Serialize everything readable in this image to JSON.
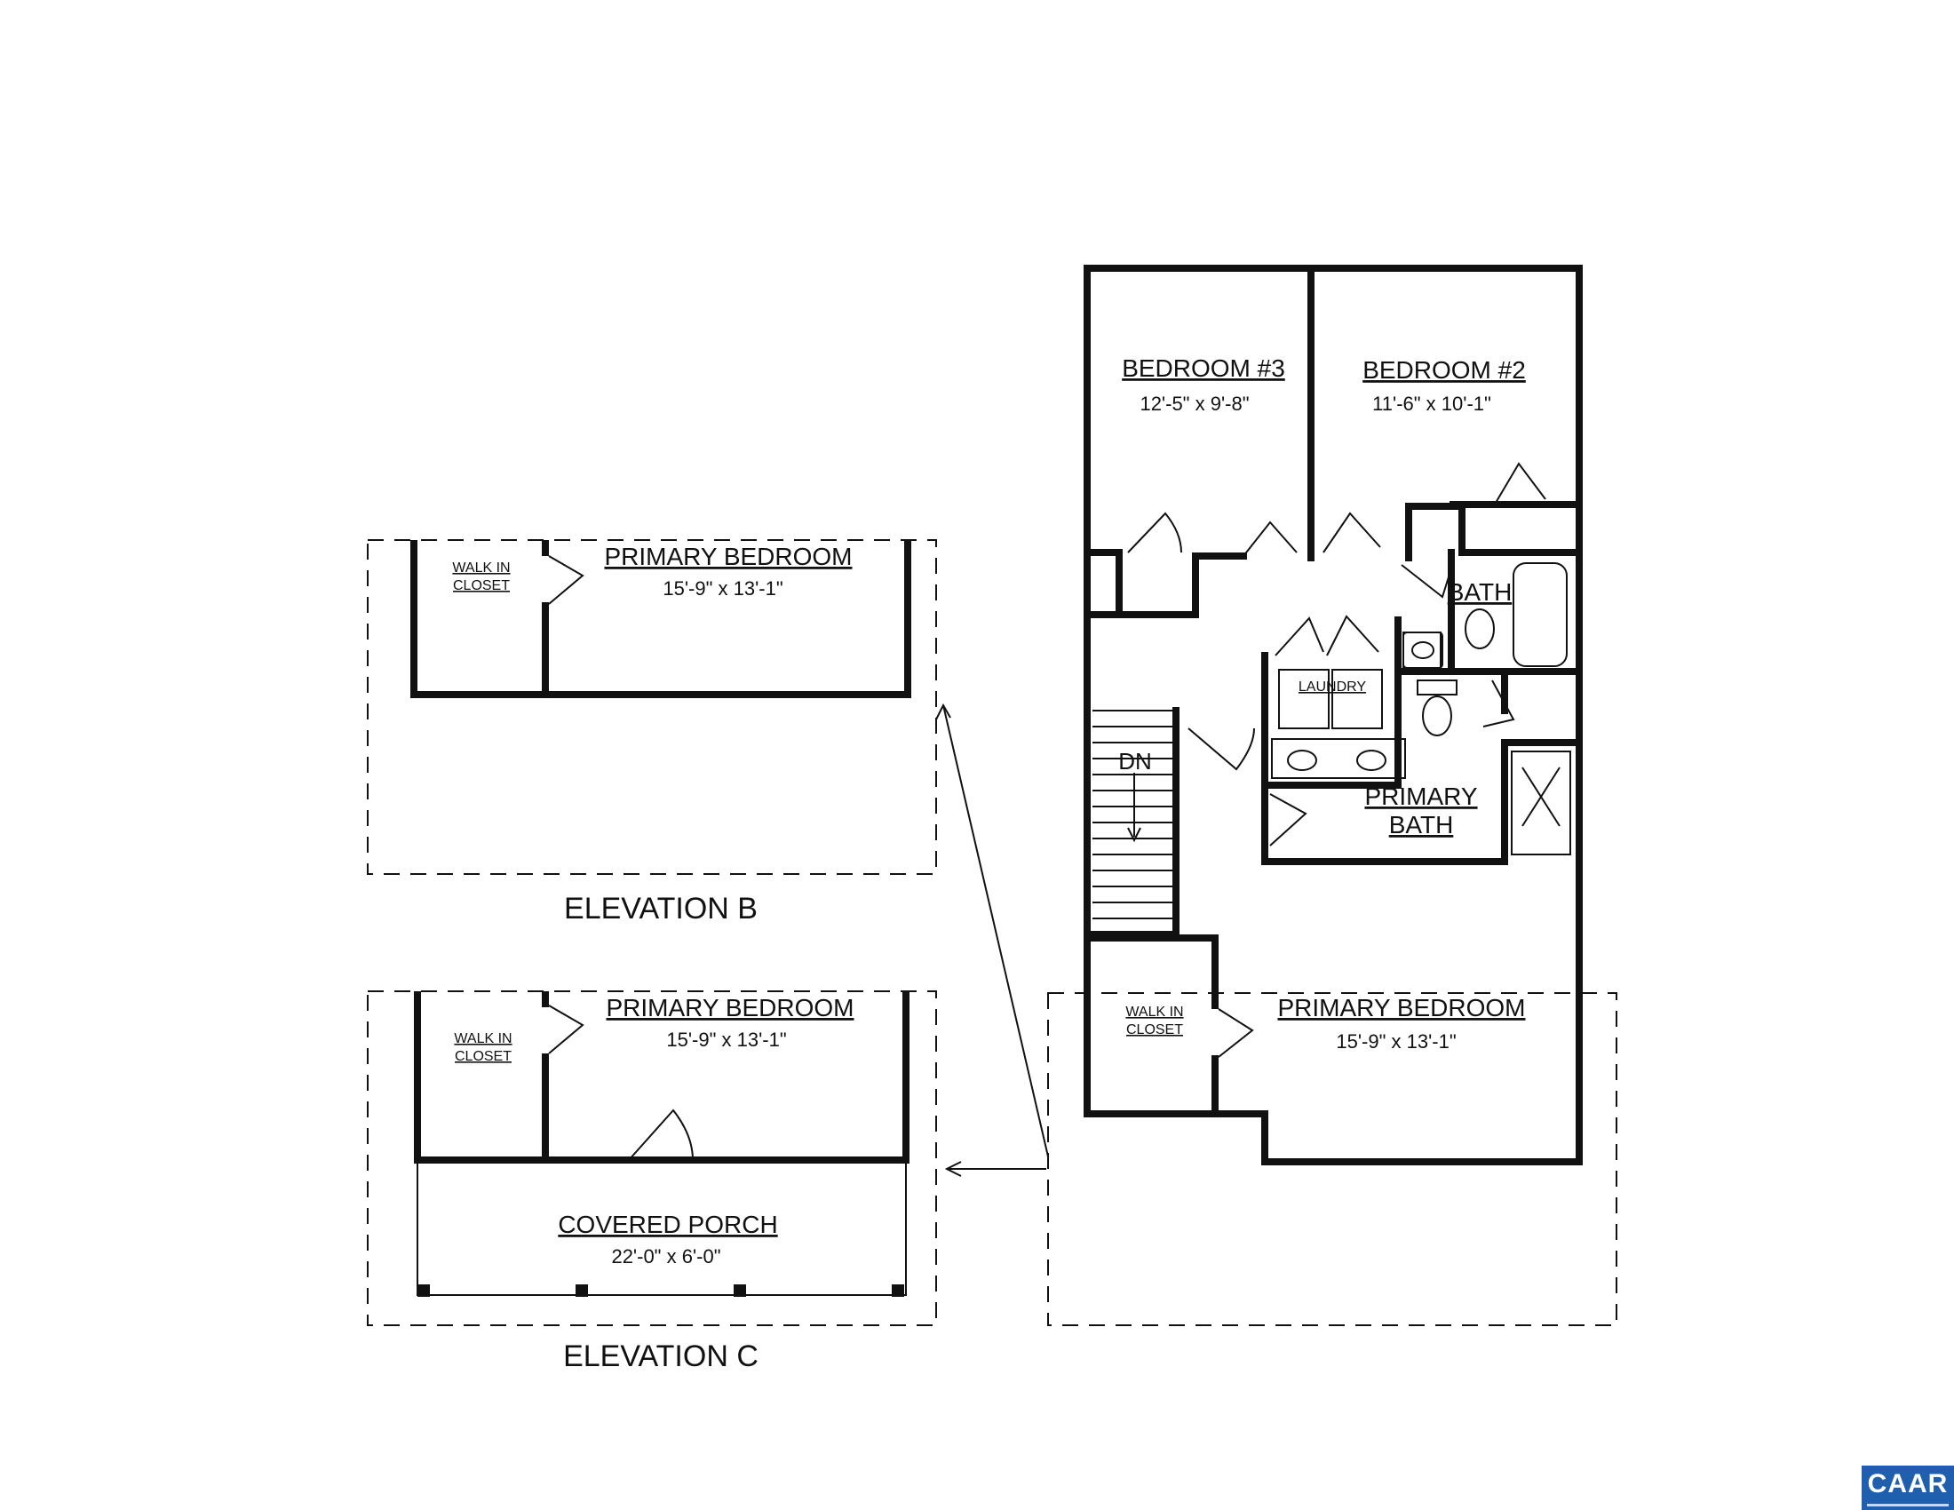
{
  "main_plan": {
    "bedroom3": {
      "name": "BEDROOM #3",
      "dims": "12'-5\" x 9'-8\""
    },
    "bedroom2": {
      "name": "BEDROOM #2",
      "dims": "11'-6\" x 10'-1\""
    },
    "bath": "BATH",
    "laundry": "LAUNDRY",
    "stairs": "DN",
    "primary_bath_line1": "PRIMARY",
    "primary_bath_line2": "BATH",
    "closet_line1": "WALK IN",
    "closet_line2": "CLOSET",
    "primary_bedroom": {
      "name": "PRIMARY BEDROOM",
      "dims": "15'-9\" x 13'-1\""
    }
  },
  "elevation_b": {
    "caption": "ELEVATION B",
    "closet_line1": "WALK IN",
    "closet_line2": "CLOSET",
    "primary_bedroom": {
      "name": "PRIMARY BEDROOM",
      "dims": "15'-9\" x 13'-1\""
    }
  },
  "elevation_c": {
    "caption": "ELEVATION C",
    "closet_line1": "WALK IN",
    "closet_line2": "CLOSET",
    "primary_bedroom": {
      "name": "PRIMARY BEDROOM",
      "dims": "15'-9\" x 13'-1\""
    },
    "porch": {
      "name": "COVERED PORCH",
      "dims": "22'-0\" x 6'-0\""
    }
  },
  "logo": {
    "text": "CAAR",
    "color": "#1f5fae"
  }
}
